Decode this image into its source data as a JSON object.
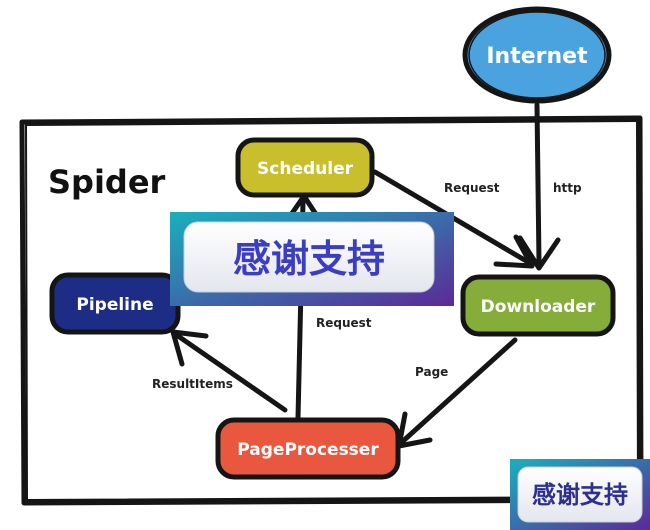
{
  "title": "Spider",
  "nodes": {
    "internet": "Internet",
    "scheduler": "Scheduler",
    "downloader": "Downloader",
    "pipeline": "Pipeline",
    "pageprocesser": "PageProcesser"
  },
  "edges": {
    "request_top": "Request",
    "http": "http",
    "request_mid": "Request",
    "page": "Page",
    "resultitems": "ResultItems"
  },
  "banners": {
    "large": "感谢支持",
    "small": "感谢支持"
  },
  "colors": {
    "internet": "#4aa3df",
    "scheduler": "#c9be2c",
    "downloader": "#86ad3a",
    "pipeline": "#1d2d86",
    "pageprocesser": "#e9573e",
    "banner_teal": "#1aa6b7",
    "banner_purple": "#5a2c98",
    "banner_text": "#3b3ec2"
  }
}
